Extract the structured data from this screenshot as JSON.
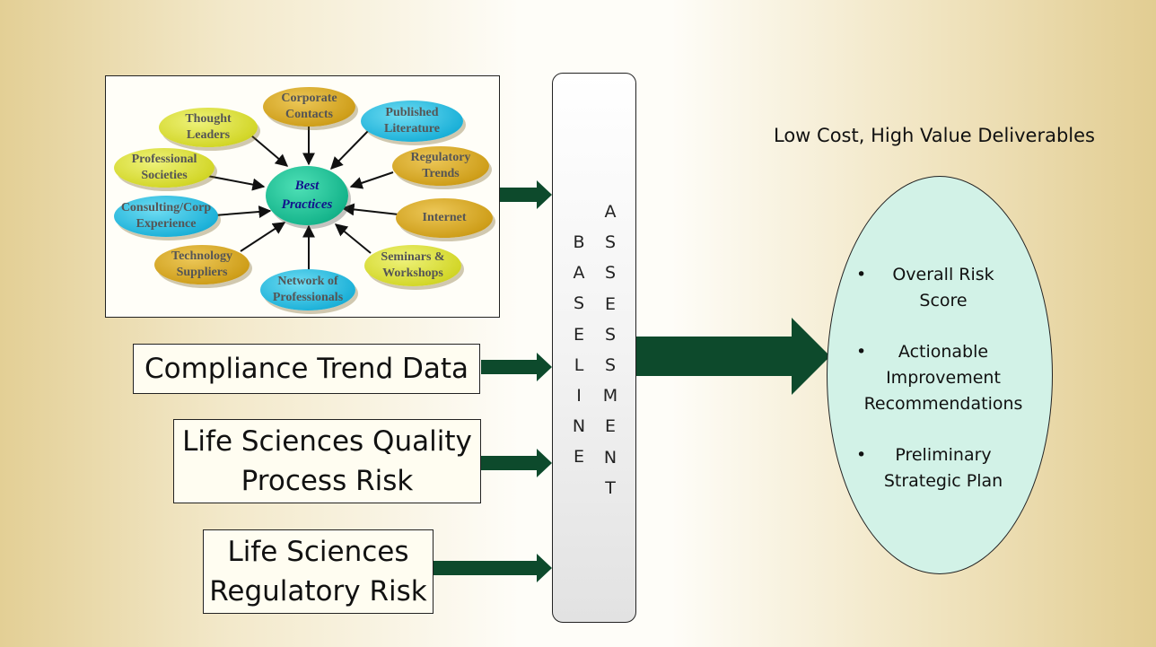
{
  "hub": {
    "center": "Best Practices",
    "sources": [
      {
        "key": "thought-leaders",
        "label": "Thought Leaders",
        "color": "yellow"
      },
      {
        "key": "corporate-contacts",
        "label": "Corporate Contacts",
        "color": "gold"
      },
      {
        "key": "published-literature",
        "label": "Published Literature",
        "color": "blue"
      },
      {
        "key": "professional-societies",
        "label": "Professional Societies",
        "color": "yellow"
      },
      {
        "key": "regulatory-trends",
        "label": "Regulatory Trends",
        "color": "gold"
      },
      {
        "key": "consulting-corp-experience",
        "label": "Consulting/Corp Experience",
        "color": "blue"
      },
      {
        "key": "internet",
        "label": "Internet",
        "color": "gold"
      },
      {
        "key": "technology-suppliers",
        "label": "Technology Suppliers",
        "color": "gold"
      },
      {
        "key": "seminars-workshops",
        "label": "Seminars & Workshops",
        "color": "yellow"
      },
      {
        "key": "network-of-professionals",
        "label": "Network of Professionals",
        "color": "blue"
      }
    ]
  },
  "inputs": {
    "compliance": "Compliance Trend Data",
    "quality_line1": "Life Sciences Quality",
    "quality_line2": "Process Risk",
    "regulatory_line1": "Life Sciences",
    "regulatory_line2": "Regulatory Risk"
  },
  "baseline": {
    "word1": "BASELINE",
    "word2": "ASSESSMENT"
  },
  "deliverables": {
    "heading": "Low Cost, High Value Deliverables",
    "items": [
      {
        "line1": "Overall Risk",
        "line2": "Score"
      },
      {
        "line1": "Actionable",
        "line2": "Improvement",
        "line3": "Recommendations"
      },
      {
        "line1": "Preliminary",
        "line2": "Strategic Plan"
      }
    ]
  },
  "colors": {
    "arrow": "#0d4a2c",
    "center_node": "#16b58c",
    "center_text": "#12128c",
    "deliverables_fill": "#d2f2e7",
    "yellow_node": "#d3d72a",
    "gold_node": "#cf9f1b",
    "blue_node": "#1eb2d9"
  }
}
